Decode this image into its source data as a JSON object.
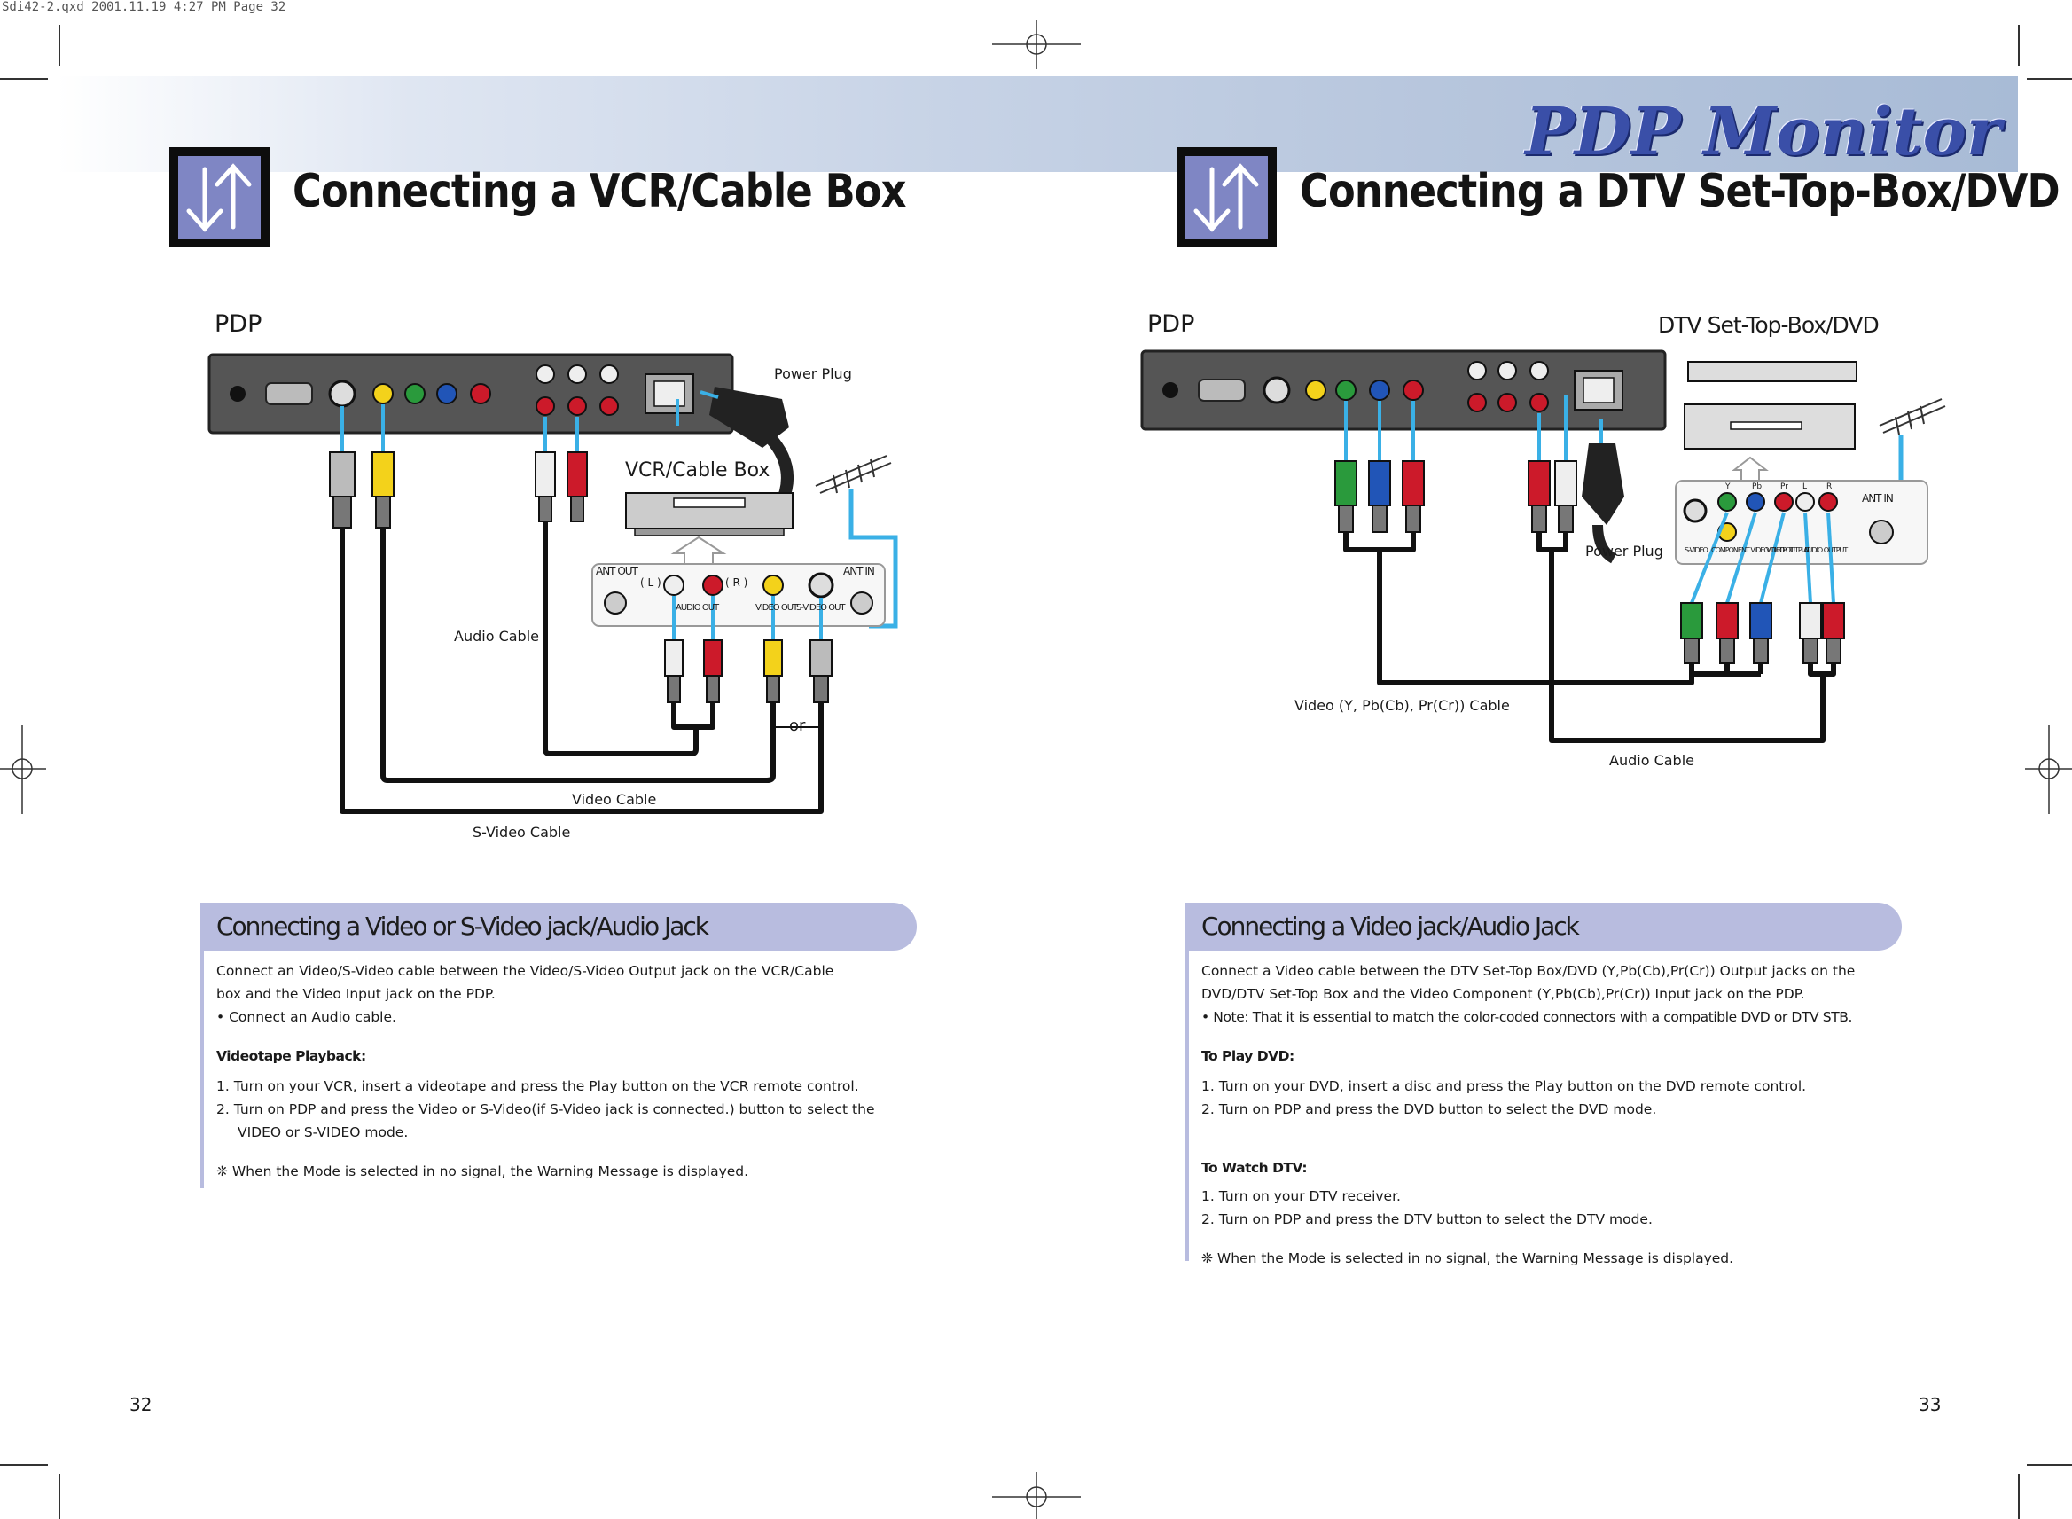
{
  "slug": "Sdi42-2.qxd  2001.11.19  4:27 PM  Page 32",
  "header": {
    "brand": "PDP Monitor"
  },
  "left": {
    "title": "Connecting a VCR/Cable Box",
    "diagram": {
      "pdp": "PDP",
      "power_plug": "Power Plug",
      "vcr": "VCR/Cable Box",
      "ant_out": "ANT OUT",
      "ant_in": "ANT IN",
      "ch_l": "( L )",
      "ch_r": "( R )",
      "audio_out": "AUDIO OUT",
      "video_out": "VIDEO OUT",
      "svideo_out": "S-VIDEO OUT",
      "audio_cable": "Audio Cable",
      "or": "or",
      "video_cable": "Video Cable",
      "svideo_cable": "S-Video Cable"
    },
    "info": {
      "heading": "Connecting a Video or S-Video jack/Audio Jack",
      "intro1": "Connect an Video/S-Video cable between the Video/S-Video Output jack on the VCR/Cable",
      "intro2": "box and the Video Input jack on the PDP.",
      "bullet": "• Connect an Audio cable.",
      "sub1": "Videotape Playback:",
      "step1": "1.  Turn on your VCR, insert a videotape and press the Play button on the VCR remote control.",
      "step2a": "2.  Turn on PDP and press the Video or S-Video(if S-Video jack is connected.) button to select the",
      "step2b": "VIDEO  or S-VIDEO  mode.",
      "note": "❊  When the Mode is selected in no signal, the Warning Message is displayed."
    },
    "page": "32"
  },
  "right": {
    "title": "Connecting a DTV Set-Top-Box/DVD",
    "diagram": {
      "pdp": "PDP",
      "stb": "DTV Set-Top-Box/DVD",
      "power_plug": "Power Plug",
      "ant_in": "ANT IN",
      "y": "Y",
      "pb": "Pb",
      "pr": "Pr",
      "l": "L",
      "r": "R",
      "svideo": "S-VIDEO",
      "component": "COMPONENT VIDEO OUTPUT",
      "video_output": "VIDEO OUTPUT",
      "audio_output": "AUDIO OUTPUT",
      "video_cable": "Video (Y, Pb(Cb), Pr(Cr)) Cable",
      "audio_cable": "Audio Cable"
    },
    "info": {
      "heading": "Connecting a Video jack/Audio Jack",
      "intro1": "Connect a Video cable between the DTV Set-Top Box/DVD (Y,Pb(Cb),Pr(Cr)) Output jacks on the",
      "intro2": "DVD/DTV Set-Top Box and the Video Component (Y,Pb(Cb),Pr(Cr)) Input jack on the PDP.",
      "bullet": "• Note: That it is essential to match the color-coded connectors with a compatible DVD or DTV STB.",
      "sub1": "To Play DVD:",
      "dvd1": "1.  Turn on your DVD, insert a disc and press the Play button on the DVD remote control.",
      "dvd2": "2.  Turn on PDP and press the DVD button to select the DVD mode.",
      "sub2": "To Watch DTV:",
      "dtv1": "1.  Turn on your DTV receiver.",
      "dtv2": "2.  Turn on PDP and press the DTV button to select the DTV mode.",
      "note": "❊  When the Mode is selected in no signal, the Warning Message is displayed."
    },
    "page": "33"
  }
}
